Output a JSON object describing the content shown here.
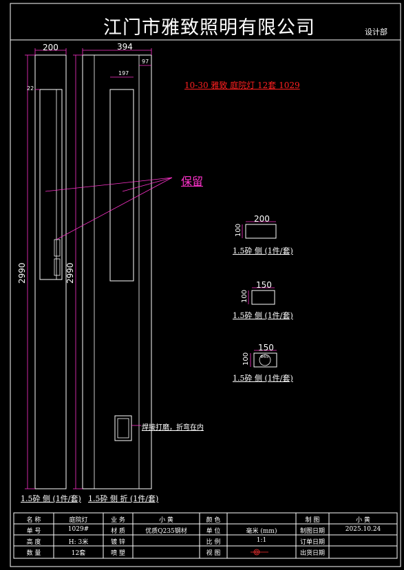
{
  "header": {
    "company": "江门市雅致照明有限公司",
    "department": "设计部"
  },
  "annotations": {
    "order_note": "10-30 雅致 庭院灯 12套 1029",
    "reserve": "保留",
    "weld_note": "焊接打磨，折弯在内"
  },
  "dimensions": {
    "left_width": "200",
    "left_offset": "22",
    "left_height": "2990",
    "right_width": "394",
    "right_inner": "197",
    "right_side": "97",
    "right_height": "2990"
  },
  "captions": {
    "left_part": "1.5砕 侧 (1件/套)",
    "right_part": "1.5砕 侧 折 (1件/套)"
  },
  "parts": [
    {
      "width": "200",
      "height": "100",
      "label": "1.5砕 侧 (1件/套)"
    },
    {
      "width": "150",
      "height": "100",
      "label": "1.5砕 侧 (1件/套)"
    },
    {
      "width": "150",
      "height": "100",
      "hole": "Φ65",
      "label": "1.5砕 侧 (1件/套)"
    }
  ],
  "title_block": {
    "rows": [
      [
        "名 称",
        "庭院灯",
        "业 务",
        "小 黄",
        "颜 色",
        "",
        "制 图",
        "小 黄"
      ],
      [
        "单 号",
        "1029#",
        "材 质",
        "优质Q235钢材",
        "单 位",
        "毫米 (mm)",
        "制图日期",
        "2025.10.24"
      ],
      [
        "高 度",
        "H: 3米",
        "镀 锌",
        "",
        "比 例",
        "1:1",
        "订单日期",
        ""
      ],
      [
        "数 量",
        "12套",
        "喷 塑",
        "",
        "视 图",
        "",
        "出货日期",
        ""
      ]
    ]
  }
}
